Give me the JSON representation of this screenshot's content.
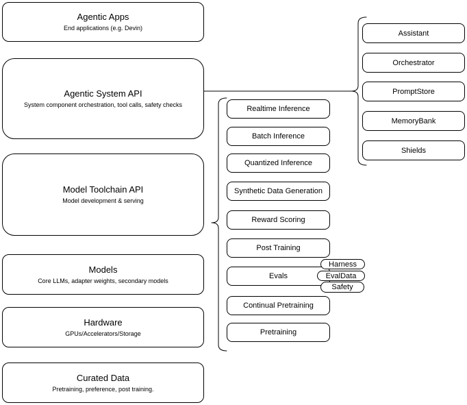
{
  "diagram": {
    "stack": [
      {
        "title": "Agentic Apps",
        "subtitle": "End applications (e.g. Devin)"
      },
      {
        "title": "Agentic System API",
        "subtitle": "System component orchestration, tool calls, safety checks"
      },
      {
        "title": "Model Toolchain API",
        "subtitle": "Model development & serving"
      },
      {
        "title": "Models",
        "subtitle": "Core LLMs, adapter weights, secondary models"
      },
      {
        "title": "Hardware",
        "subtitle": "GPUs/Accelerators/Storage"
      },
      {
        "title": "Curated Data",
        "subtitle": "Pretraining, preference, post training."
      }
    ],
    "toolchain_services": [
      {
        "label": "Realtime Inference"
      },
      {
        "label": "Batch Inference"
      },
      {
        "label": "Quantized Inference"
      },
      {
        "label": "Synthetic Data Generation"
      },
      {
        "label": "Reward Scoring"
      },
      {
        "label": "Post Training"
      },
      {
        "label": "Evals"
      },
      {
        "label": "Continual Pretraining"
      },
      {
        "label": "Pretraining"
      }
    ],
    "eval_tags": [
      {
        "label": "Harness"
      },
      {
        "label": "EvalData"
      },
      {
        "label": "Safety"
      }
    ],
    "system_components": [
      {
        "label": "Assistant"
      },
      {
        "label": "Orchestrator"
      },
      {
        "label": "PromptStore"
      },
      {
        "label": "MemoryBank"
      },
      {
        "label": "Shields"
      }
    ],
    "colors": {
      "stroke": "#000000",
      "fill": "#ffffff",
      "text": "#000000"
    }
  }
}
